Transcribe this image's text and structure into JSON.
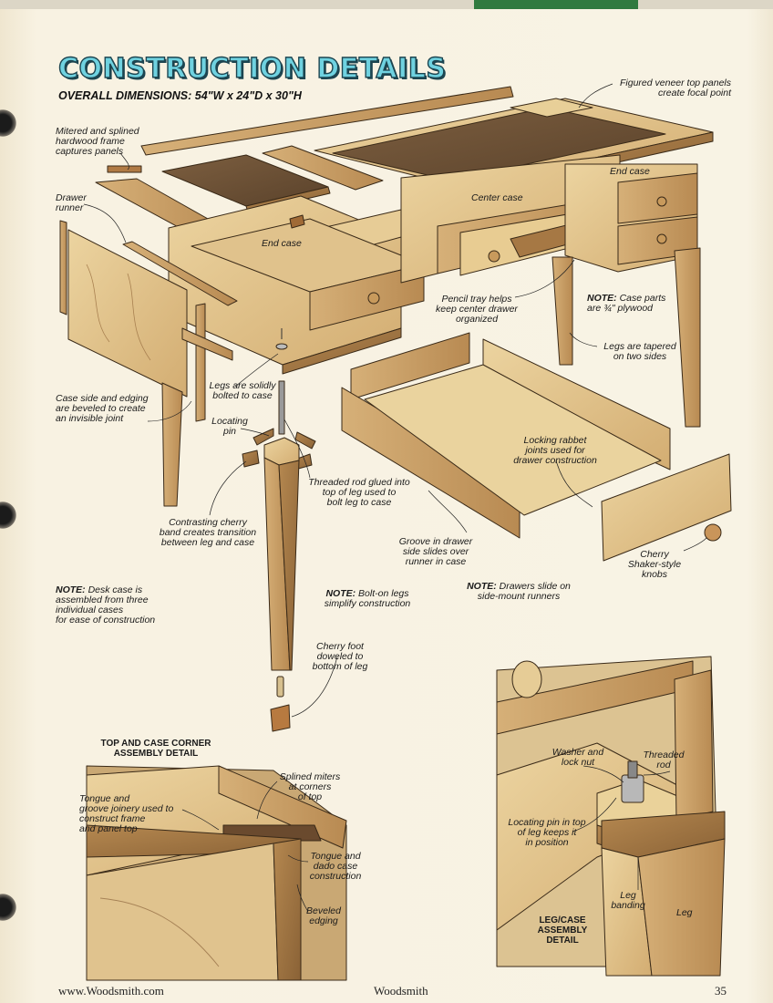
{
  "header": {
    "title": "CONSTRUCTION DETAILS",
    "dimensions": "OVERALL DIMENSIONS: 54\"W x 24\"D x 30\"H"
  },
  "labels": {
    "veneer": [
      "Figured veneer top panels",
      "create focal point"
    ],
    "mitered": [
      "Mitered and splined",
      "hardwood frame",
      "captures panels"
    ],
    "end_case_right": "End case",
    "drawer_runner": [
      "Drawer",
      "runner"
    ],
    "center_case": "Center case",
    "end_case_left": "End case",
    "pencil_tray": [
      "Pencil tray helps",
      "keep center drawer",
      "organized"
    ],
    "note_plywood_prefix": "NOTE:",
    "note_plywood": [
      " Case parts",
      "are ¾\" plywood"
    ],
    "legs_tapered": [
      "Legs are tapered",
      "on two sides"
    ],
    "legs_bolted": [
      "Legs are solidly",
      "bolted to case"
    ],
    "case_side": [
      "Case side and edging",
      "are beveled to create",
      "an invisible joint"
    ],
    "locating_pin": [
      "Locating",
      "pin"
    ],
    "locking_rabbet": [
      "Locking rabbet",
      "joints used for",
      "drawer construction"
    ],
    "threaded_rod": [
      "Threaded rod glued into",
      "top of leg used to",
      "bolt leg to case"
    ],
    "contrasting": [
      "Contrasting cherry",
      "band creates transition",
      "between leg and case"
    ],
    "groove": [
      "Groove in drawer",
      "side slides over",
      "runner in case"
    ],
    "knobs": [
      "Cherry",
      "Shaker-style",
      "knobs"
    ],
    "note_desk_prefix": "NOTE:",
    "note_desk": [
      " Desk case is",
      "assembled from three",
      "individual cases",
      "for ease of construction"
    ],
    "note_bolt_prefix": "NOTE:",
    "note_bolt": [
      " Bolt-on legs",
      "simplify construction"
    ],
    "note_drawers_prefix": "NOTE:",
    "note_drawers": [
      " Drawers slide on",
      "side-mount runners"
    ],
    "cherry_foot": [
      "Cherry foot",
      "doweled to",
      "bottom of leg"
    ]
  },
  "detail_top": {
    "heading": [
      "TOP AND CASE CORNER",
      "ASSEMBLY DETAIL"
    ],
    "splined": [
      "Splined miters",
      "at corners",
      "of top"
    ],
    "tongue_groove": [
      "Tongue and",
      "groove joinery used to",
      "construct frame",
      "and panel top"
    ],
    "tongue_dado": [
      "Tongue and",
      "dado case",
      "construction"
    ],
    "beveled": [
      "Beveled",
      "edging"
    ]
  },
  "detail_leg": {
    "washer": [
      "Washer and",
      "lock nut"
    ],
    "threaded": [
      "Threaded",
      "rod"
    ],
    "locating": [
      "Locating pin in top",
      "of leg keeps it",
      "in position"
    ],
    "leg_banding": [
      "Leg",
      "banding"
    ],
    "leg": "Leg",
    "heading": [
      "LEG/CASE",
      "ASSEMBLY",
      "DETAIL"
    ]
  },
  "footer": {
    "website": "www.Woodsmith.com",
    "magazine": "Woodsmith",
    "page": "35"
  },
  "colors": {
    "wood_light": "#e3c48a",
    "wood_mid": "#caa066",
    "wood_dark": "#9a7040",
    "veneer": "#6b5036",
    "title_fill": "#6fd2e0"
  }
}
